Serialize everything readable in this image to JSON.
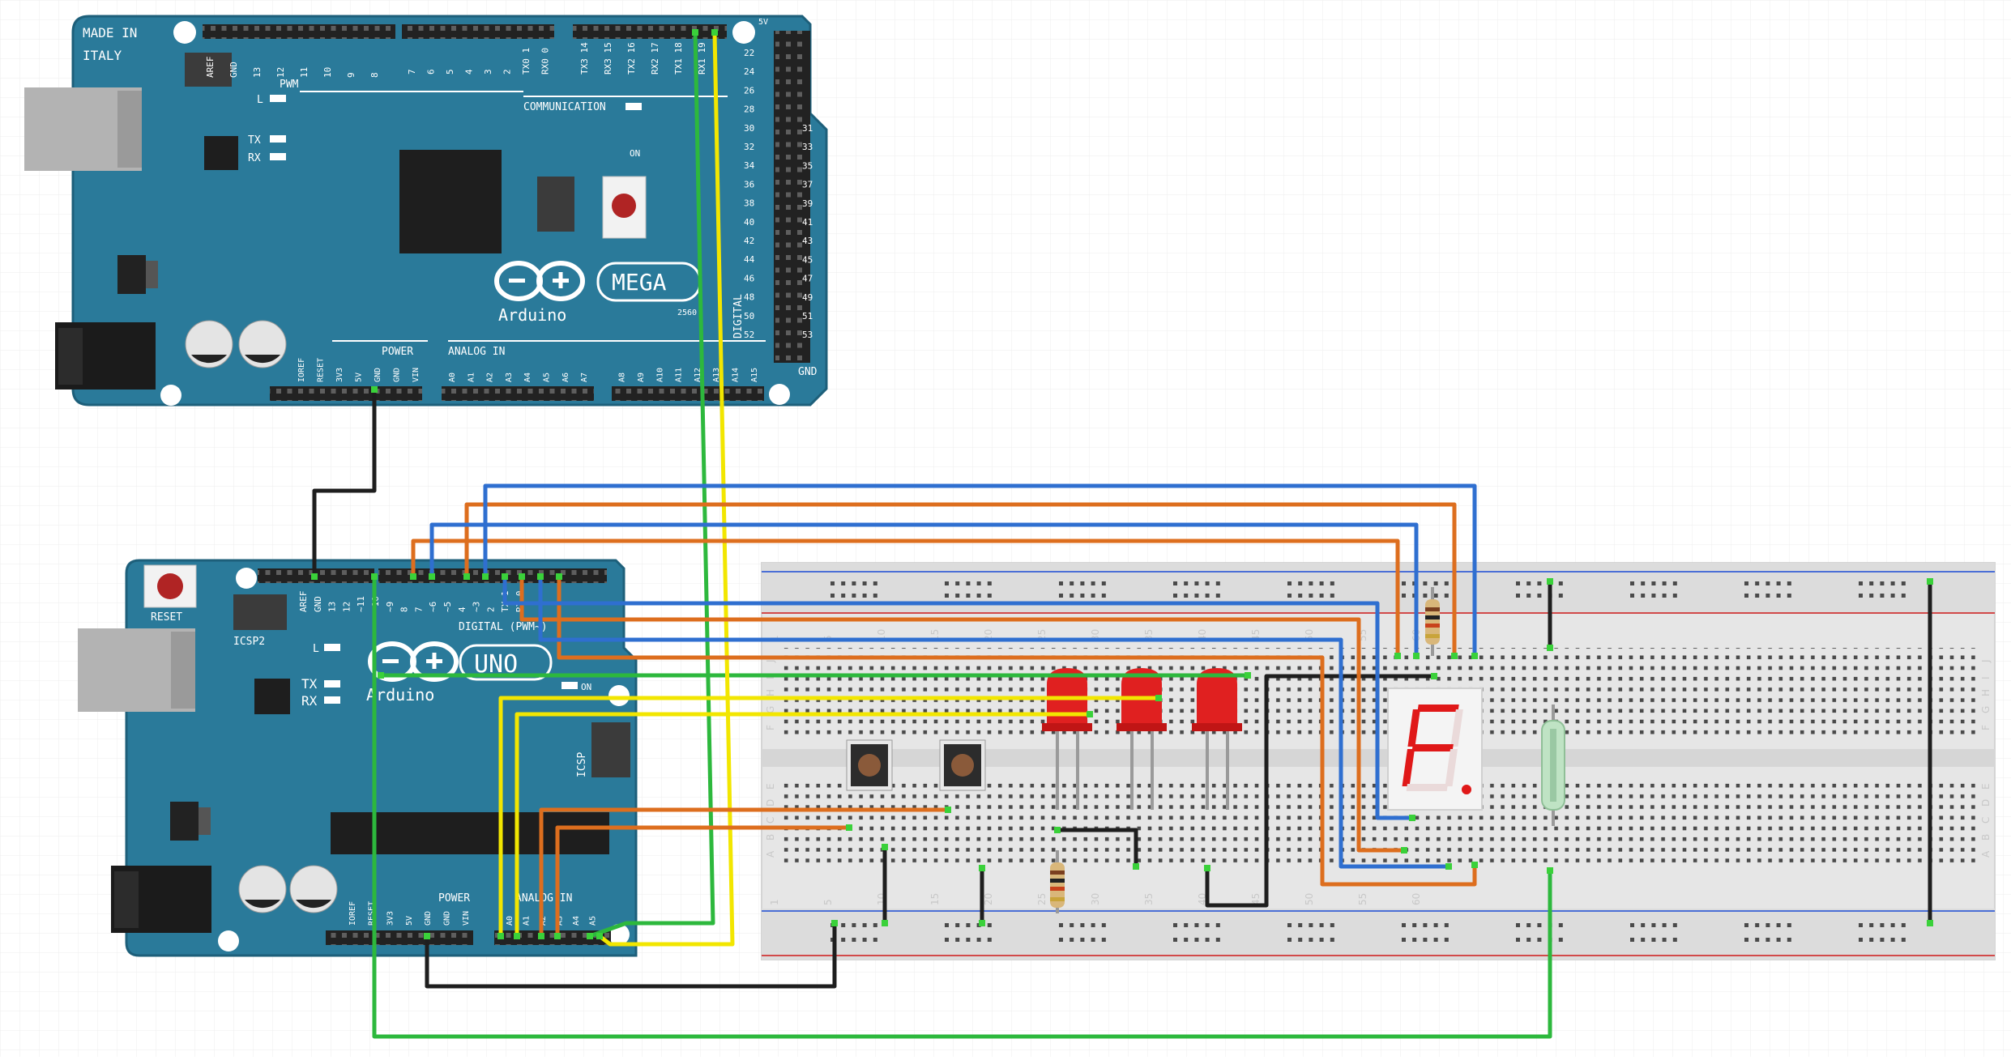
{
  "colors": {
    "board": "#2a7a9a",
    "board_edge": "#1d5f7a",
    "wire_black": "#1e1e1e",
    "wire_green": "#2db83d",
    "wire_yellow": "#f2e600",
    "wire_blue": "#2f6fd0",
    "wire_orange": "#dd6e1e",
    "led_red": "#e02020",
    "segment_on": "#e01818",
    "breadboard": "#e7e7e7",
    "grid": "#ececec"
  },
  "mega": {
    "made_in": "MADE IN",
    "country": "ITALY",
    "model": "MEGA",
    "model_sub": "2560",
    "brand": "Arduino",
    "pwm": "PWM",
    "communication": "COMMUNICATION",
    "digital": "DIGITAL",
    "on": "ON",
    "tx": "TX",
    "rx": "RX",
    "l": "L",
    "gnd": "GND",
    "five_v": "5V",
    "power": "POWER",
    "analog_in": "ANALOG IN",
    "top_pins": [
      "AREF",
      "GND",
      "13",
      "12",
      "11",
      "10",
      "9",
      "8"
    ],
    "pwm_pins": [
      "7",
      "6",
      "5",
      "4",
      "3",
      "2",
      "TX0 1",
      "RX0 0"
    ],
    "comm_pins": [
      "TX3 14",
      "RX3 15",
      "TX2 16",
      "RX2 17",
      "TX1 18",
      "RX1 19"
    ],
    "digital_left": [
      "22",
      "24",
      "26",
      "28",
      "30",
      "32",
      "34",
      "36",
      "38",
      "40",
      "42",
      "44",
      "46",
      "48",
      "50",
      "52"
    ],
    "digital_right": [
      "31",
      "33",
      "35",
      "37",
      "39",
      "41",
      "43",
      "45",
      "47",
      "49",
      "51",
      "53"
    ],
    "power_pins": [
      "IOREF",
      "RESET",
      "3V3",
      "5V",
      "GND",
      "GND",
      "VIN"
    ],
    "analog_pins": [
      "A0",
      "A1",
      "A2",
      "A3",
      "A4",
      "A5",
      "A6",
      "A7",
      "",
      "A8",
      "A9",
      "A10",
      "A11",
      "A12",
      "A13",
      "A14",
      "A15"
    ]
  },
  "uno": {
    "reset": "RESET",
    "icsp2": "ICSP2",
    "icsp": "ICSP",
    "model": "UNO",
    "brand": "Arduino",
    "digital": "DIGITAL (PWM~)",
    "on": "ON",
    "tx": "TX",
    "rx": "RX",
    "l": "L",
    "power": "POWER",
    "analog_in": "ANALOG IN",
    "top_pins": [
      "AREF",
      "GND",
      "13",
      "12",
      "~11",
      "~10",
      "~9",
      "8",
      "7",
      "~6",
      "~5",
      "4",
      "~3",
      "2",
      "TX 1",
      "RX 0"
    ],
    "power_pins": [
      "IOREF",
      "RESET",
      "3V3",
      "5V",
      "GND",
      "GND",
      "VIN"
    ],
    "analog_pins": [
      "A0",
      "A1",
      "A2",
      "A3",
      "A4",
      "A5"
    ]
  },
  "breadboard": {
    "row_letters_top": [
      "J",
      "I",
      "H",
      "G",
      "F"
    ],
    "row_letters_bottom": [
      "E",
      "D",
      "C",
      "B",
      "A"
    ],
    "column_numbers": [
      "1",
      "5",
      "10",
      "15",
      "20",
      "25",
      "30",
      "35",
      "40",
      "45",
      "50",
      "55",
      "60"
    ]
  }
}
